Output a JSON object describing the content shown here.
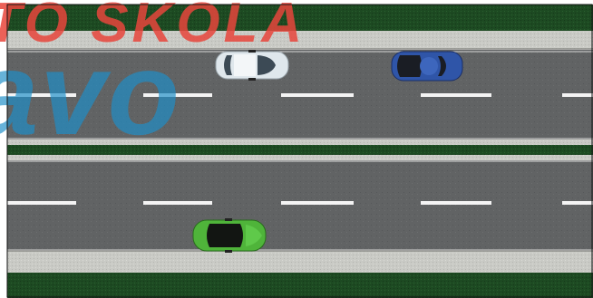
{
  "watermark": {
    "top_text": "TO ŠKOLA",
    "bottom_text": "avo",
    "top_color": "#e8463c",
    "bottom_color": "#1f8fc8"
  },
  "colors": {
    "grass": "#1d4a22",
    "curb": "#c9cac5",
    "asphalt": "#616364",
    "lane_marking": "#f4f4f4",
    "car_white": "#dfe7ec",
    "car_blue": "#2f55a8",
    "car_green": "#4fb43a"
  },
  "vehicles": [
    {
      "name": "white-car",
      "color": "white"
    },
    {
      "name": "blue-car",
      "color": "blue"
    },
    {
      "name": "green-car",
      "color": "green"
    }
  ]
}
